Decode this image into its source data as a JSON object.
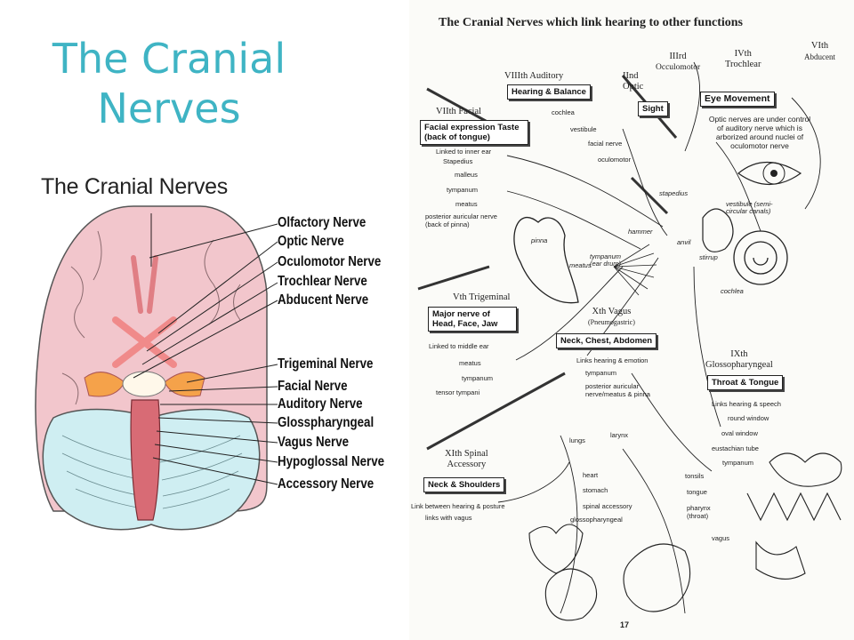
{
  "slide": {
    "title_line1": "The Cranial",
    "title_line2": "Nerves"
  },
  "left_diagram": {
    "heading": "The Cranial Nerves",
    "labels": [
      "Olfactory Nerve",
      "Optic Nerve",
      "Oculomotor Nerve",
      "Trochlear Nerve",
      "Abducent Nerve",
      "Trigeminal Nerve",
      "Facial Nerve",
      "Auditory Nerve",
      "Glosspharyngeal",
      "Vagus Nerve",
      "Hypoglossal Nerve",
      "Accessory Nerve"
    ]
  },
  "right_diagram": {
    "title": "The Cranial Nerves which link hearing to other functions",
    "page_number": "17",
    "nerves": {
      "vi": {
        "roman": "VIth",
        "name": "Abducent"
      },
      "iv": {
        "roman": "IVth",
        "name": "Trochlear"
      },
      "iii": {
        "roman": "IIIrd",
        "name": "Occulomotor"
      },
      "ii": {
        "roman": "IInd",
        "name": "Optic",
        "box": "Sight"
      },
      "viii": {
        "roman": "VIIIth Auditory",
        "box": "Hearing & Balance"
      },
      "vii": {
        "roman": "VIIth Facial",
        "box": "Facial expression Taste (back of tongue)"
      },
      "v": {
        "roman": "Vth Trigeminal",
        "box": "Major nerve of Head, Face, Jaw"
      },
      "x": {
        "roman": "Xth Vagus",
        "sub": "(Pneumogastric)",
        "box": "Neck, Chest, Abdomen"
      },
      "ix": {
        "roman": "IXth",
        "name": "Glossopharyngeal",
        "box": "Throat & Tongue"
      },
      "xi": {
        "roman": "XIth Spinal",
        "name": "Accessory",
        "box": "Neck & Shoulders"
      }
    },
    "eye_box": "Eye Movement",
    "eye_note": "Optic nerves are under control of auditory nerve which is arborized around nuclei of oculomotor nerve",
    "facial_items": [
      "Linked to inner ear",
      "Stapedius",
      "malleus",
      "tympanum",
      "meatus",
      "posterior auricular nerve (back of pinna)"
    ],
    "auditory_items": [
      "cochlea",
      "vestibule",
      "facial nerve",
      "oculomotor"
    ],
    "ear_parts": [
      "stapedius",
      "vestibule (semi-circular canals)",
      "hammer",
      "anvil",
      "stirrup",
      "tympanum (ear drum)",
      "pinna",
      "meatus",
      "cochlea"
    ],
    "trigeminal_items": [
      "Linked to middle ear",
      "meatus",
      "tympanum",
      "tensor tympani"
    ],
    "vagus_items": [
      "Links hearing & emotion",
      "tympanum",
      "posterior auricular nerve/meatus & pinna"
    ],
    "glosso_items": [
      "Links hearing & speech",
      "round window",
      "oval window",
      "eustachian tube",
      "tympanum"
    ],
    "accessory_items": [
      "Link between hearing & posture",
      "links with vagus"
    ],
    "organ_labels": [
      "larynx",
      "lungs",
      "heart",
      "stomach",
      "spinal accessory",
      "glossopharyngeal",
      "tonsils",
      "tongue",
      "pharynx (throat)",
      "vagus"
    ]
  }
}
